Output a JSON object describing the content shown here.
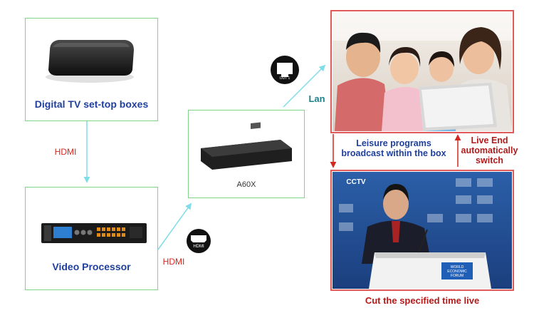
{
  "nodes": {
    "settop": {
      "label": "Digital TV set-top boxes"
    },
    "processor": {
      "label": "Video Processor"
    },
    "a60x": {
      "label": "A60X"
    },
    "leisure": {
      "label_line1": "Leisure programs",
      "label_line2": "broadcast within the box"
    },
    "liveend": {
      "label_line1": "Live End",
      "label_line2": "automatically",
      "label_line3": "switch"
    },
    "live": {
      "label": "Cut the specified time live"
    }
  },
  "connectors": {
    "hdmi_vertical": "HDMI",
    "hdmi_diagonal": "HDMI",
    "lan": "Lan",
    "hdmi_icon_text": "HDMI",
    "lan_icon_text": "OUT 1"
  },
  "photos": {
    "cctv_logo": "CCTV",
    "podium_badge": "WORLD ECONOMIC FORUM"
  },
  "colors": {
    "green_border": "#7fd48a",
    "red_border": "#e05a5a",
    "arrow": "#7fdde8",
    "blue_text": "#1f3f9e",
    "red_text": "#d2281f"
  }
}
